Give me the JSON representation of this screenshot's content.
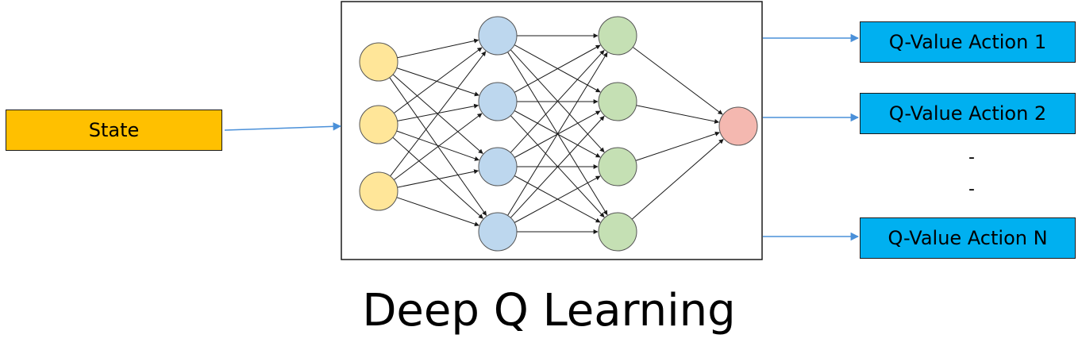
{
  "title": "Deep Q Learning",
  "input": {
    "label": "State",
    "color": "#FFC000"
  },
  "outputs": [
    {
      "label": "Q-Value Action 1"
    },
    {
      "label": "Q-Value Action 2"
    },
    {
      "label": "Q-Value Action N"
    }
  ],
  "ellipsis": [
    "-",
    "-"
  ],
  "colors": {
    "output_box": "#00B0F0",
    "arrow": "#4A90D9",
    "edge": "#1a1a1a",
    "layers": [
      "#FFE699",
      "#BDD7EE",
      "#C5E0B4",
      "#F4B8B0"
    ],
    "node_stroke": "#555555"
  },
  "network": {
    "layer_sizes": [
      3,
      4,
      4,
      1
    ]
  }
}
